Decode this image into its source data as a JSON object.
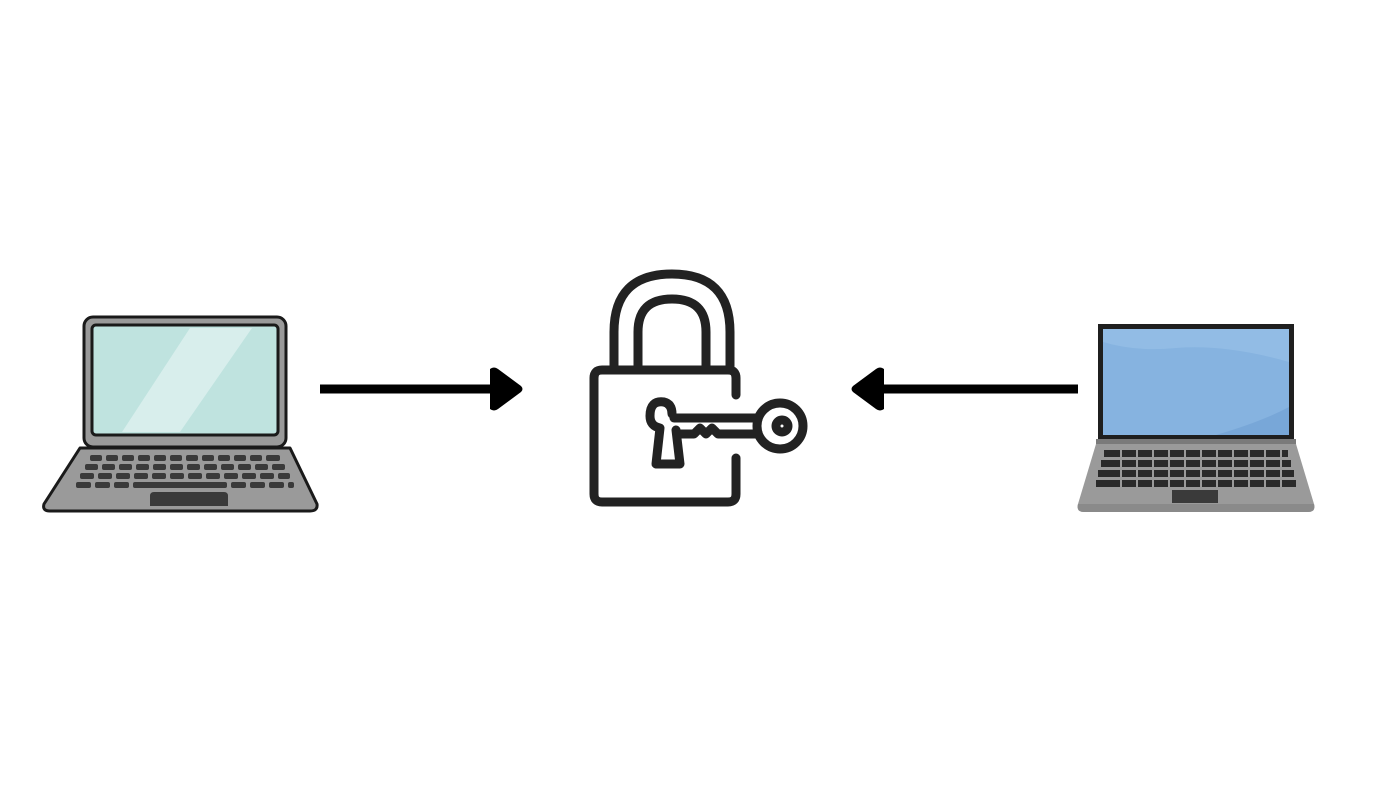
{
  "diagram": {
    "nodes": [
      {
        "id": "sender",
        "icon": "laptop-icon",
        "screen_color": "#bfe3df",
        "body_color": "#999999"
      },
      {
        "id": "lock",
        "icon": "padlock-with-key-icon",
        "stroke_color": "#222222"
      },
      {
        "id": "receiver",
        "icon": "laptop-icon",
        "screen_color": "#86b3e0",
        "body_color": "#9a9a9a"
      }
    ],
    "edges": [
      {
        "from": "sender",
        "to": "lock",
        "icon": "arrow-right-icon"
      },
      {
        "from": "receiver",
        "to": "lock",
        "icon": "arrow-left-icon"
      }
    ],
    "colors": {
      "arrow": "#000000",
      "outline": "#1a1a1a",
      "background": "#ffffff"
    }
  }
}
